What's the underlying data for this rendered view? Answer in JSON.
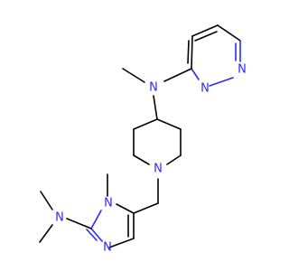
{
  "figure": {
    "kind": "structural formula",
    "colors": {
      "bond": "#000000",
      "nitrogen": "#2a2aff",
      "background": "#ffffff"
    }
  },
  "atoms": [
    {
      "id": "N_pdz1",
      "label": "N",
      "color": "nitrogen"
    },
    {
      "id": "N_pdz2",
      "label": "N",
      "color": "nitrogen"
    },
    {
      "id": "N_amine_top",
      "label": "N",
      "color": "nitrogen"
    },
    {
      "id": "N_pip",
      "label": "N",
      "color": "nitrogen"
    },
    {
      "id": "N_imid1",
      "label": "N",
      "color": "nitrogen"
    },
    {
      "id": "N_imid3",
      "label": "N",
      "color": "nitrogen"
    },
    {
      "id": "N_dimethyl",
      "label": "N",
      "color": "nitrogen"
    }
  ]
}
